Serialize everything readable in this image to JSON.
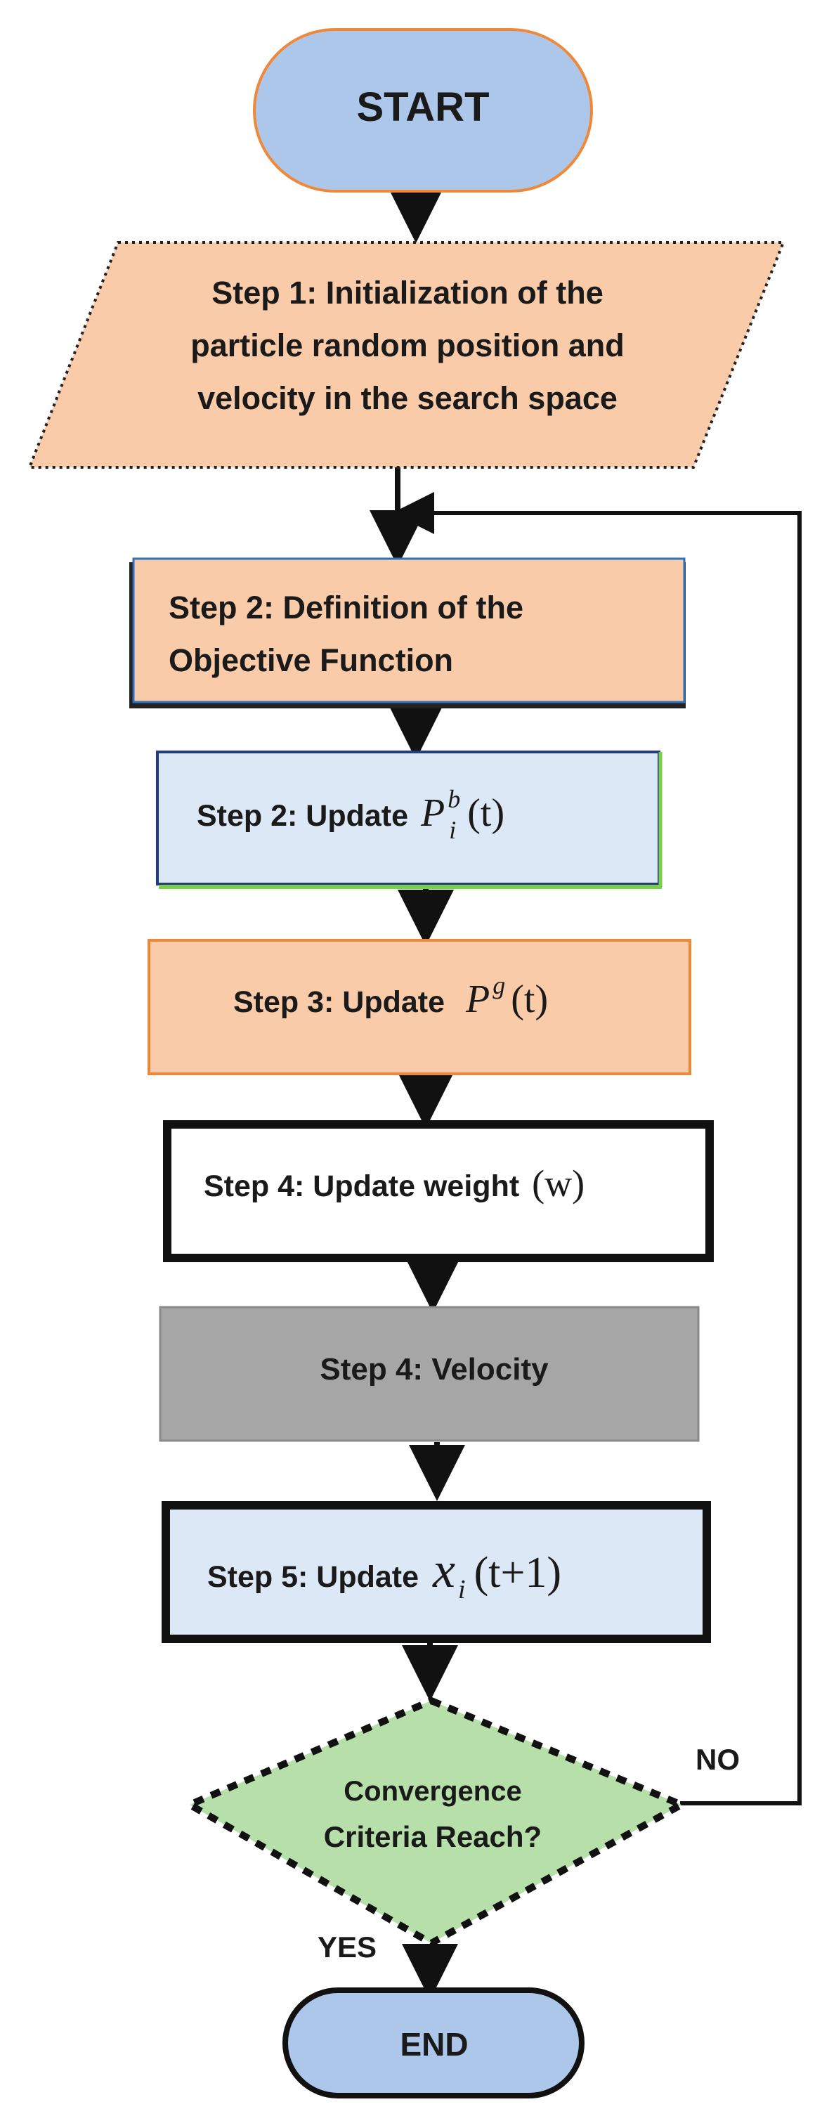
{
  "start_label": "START",
  "step1": {
    "line1": "Step 1: Initialization of the",
    "line2": "particle random position and",
    "line3": "velocity in the search space"
  },
  "step2a": {
    "line1": "Step 2: Definition of the",
    "line2": "Objective Function"
  },
  "step2b": {
    "prefix": "Step 2: Update",
    "sym": "P",
    "sup": "b",
    "sub": "i",
    "arg": "(t)"
  },
  "step3": {
    "prefix": "Step 3: Update",
    "sym": "P",
    "sup": "g",
    "arg": "(t)"
  },
  "step4a": {
    "prefix": "Step 4: Update weight",
    "arg": "(w)"
  },
  "step4b": {
    "label": "Step 4: Velocity"
  },
  "step5": {
    "prefix": "Step 5: Update",
    "sym": "x",
    "sub": "i",
    "arg": "(t+1)"
  },
  "decision": {
    "line1": "Convergence",
    "line2": "Criteria Reach?"
  },
  "no_label": "NO",
  "yes_label": "YES",
  "end_label": "END",
  "colors": {
    "terminal_fill": "#adc7ea",
    "terminal_stroke": "#f0883a",
    "peach_fill": "#f9cba8",
    "light_blue_fill": "#dce8f6",
    "gray_fill": "#a6a6a6",
    "decision_fill": "#b7dfaa",
    "blue_stroke": "#2f6fbd",
    "green_stroke": "#7ccf4a",
    "orange_stroke": "#e8893c"
  }
}
